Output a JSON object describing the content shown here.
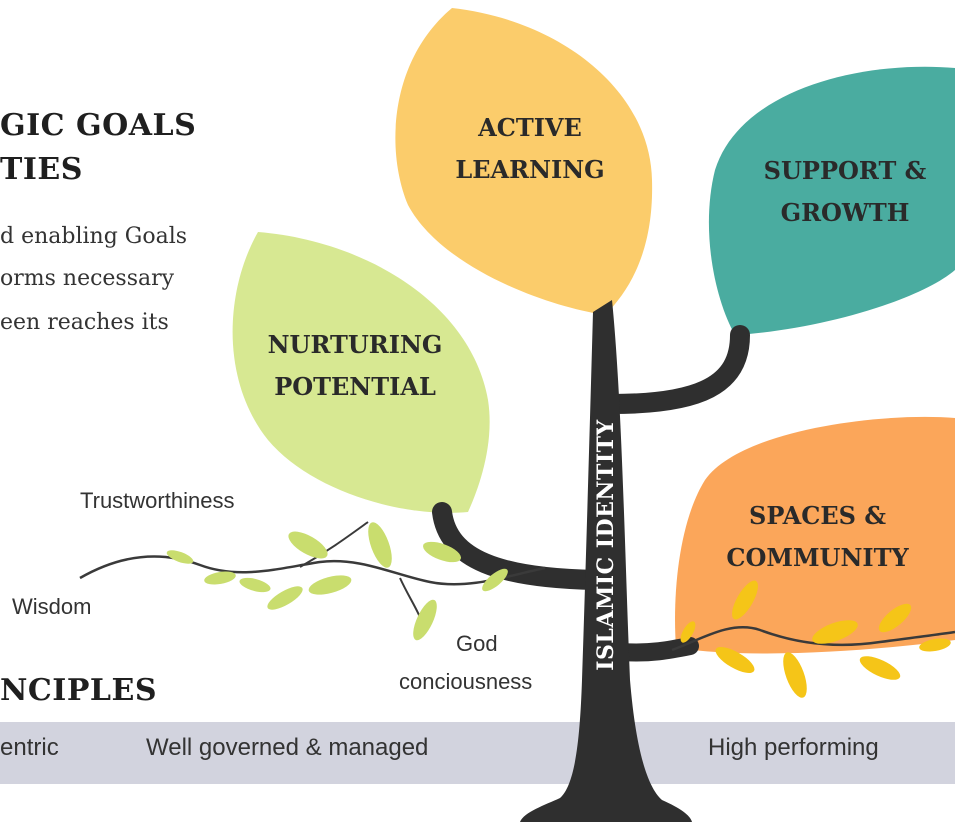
{
  "intro": {
    "heading_line1": "GIC GOALS",
    "heading_line2": "TIES",
    "body_line1": "d enabling Goals",
    "body_line2": "orms  necessary",
    "body_line3": "een reaches its"
  },
  "leaves": {
    "active_learning": {
      "line1": "ACTIVE",
      "line2": "LEARNING",
      "color": "#fbcc6b"
    },
    "support_growth": {
      "line1": "SUPPORT &",
      "line2": "GROWTH",
      "color": "#4aaca0"
    },
    "nurturing_potential": {
      "line1": "NURTURING",
      "line2": "POTENTIAL",
      "color": "#d7e892"
    },
    "spaces_community": {
      "line1": "SPACES &",
      "line2": "COMMUNITY",
      "color": "#fba65a"
    }
  },
  "trunk": {
    "label": "ISLAMIC IDENTITY",
    "color": "#2f2f2f"
  },
  "values": {
    "trustworthiness": "Trustworthiness",
    "wisdom": "Wisdom",
    "god_line1": "God",
    "god_line2": "conciousness"
  },
  "principles": {
    "heading": "NCIPLES",
    "items": [
      "entric",
      "Well governed & managed",
      "High performing"
    ]
  }
}
